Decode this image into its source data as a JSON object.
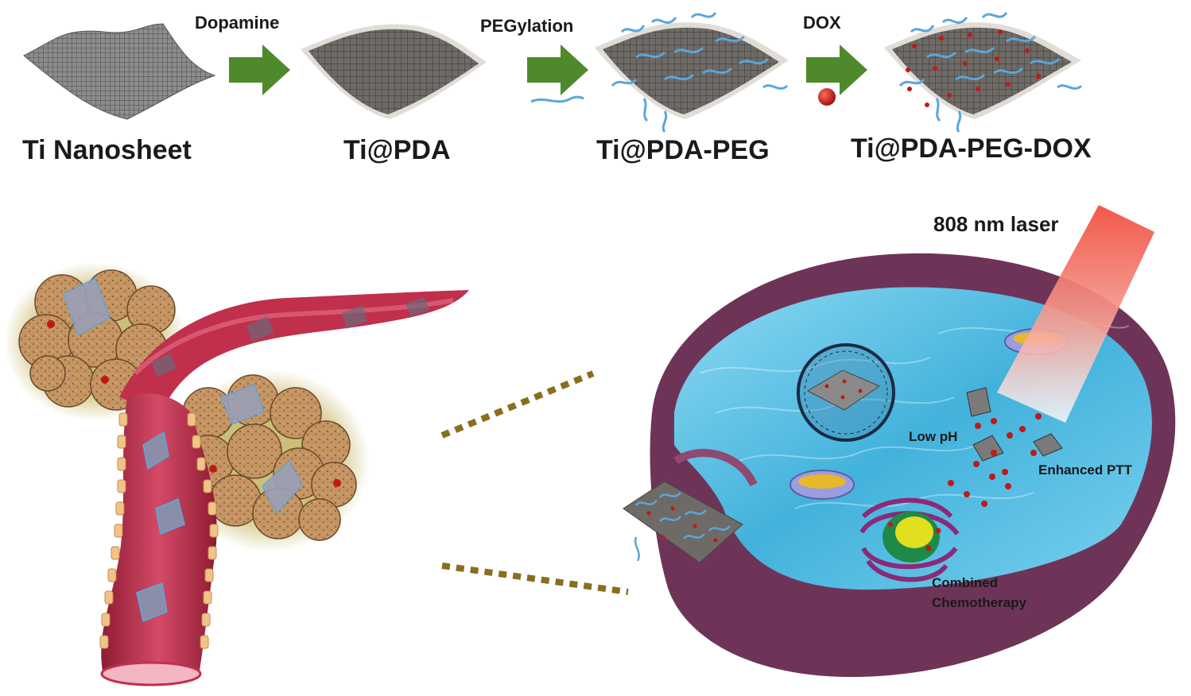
{
  "pipeline": {
    "stages": [
      "Ti Nanosheet",
      "Ti@PDA",
      "Ti@PDA-PEG",
      "Ti@PDA-PEG-DOX"
    ],
    "steps": [
      "Dopamine",
      "PEGylation",
      "DOX"
    ]
  },
  "cell": {
    "laser_label": "808 nm laser",
    "low_ph_label": "Low pH",
    "ptt_label": "Enhanced PTT",
    "chemo_label_line1": "Combined",
    "chemo_label_line2": "Chemotherapy"
  },
  "colors": {
    "arrow_green": "#4e8a2c",
    "vessel_red": "#c0304c",
    "tumor_cell": "#b88a5a",
    "cytoplasm_blue": "#5ec8e8",
    "membrane_purple": "#6e3458",
    "laser_red": "#f05040",
    "dox_red": "#c01818",
    "peg_blue": "#5aa6dc",
    "connector_olive": "#8a6e1e"
  }
}
